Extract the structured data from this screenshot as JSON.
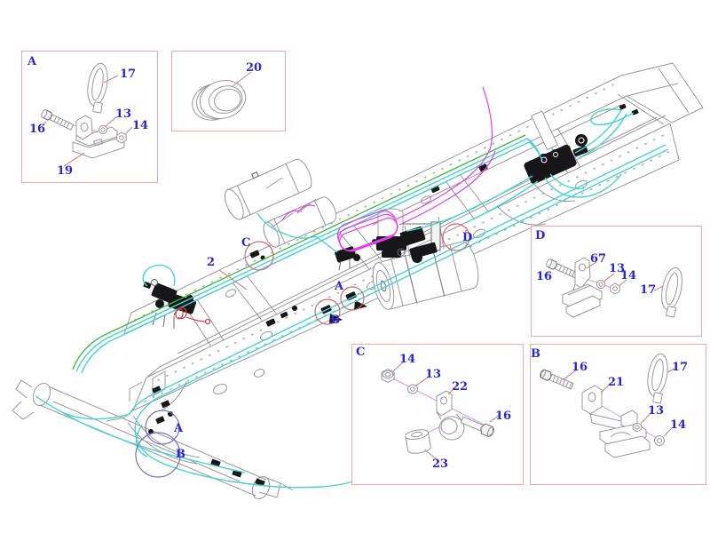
{
  "colors": {
    "box-border": "#efa8a8",
    "label-blue": "#2828cc",
    "leader-red": "#dd7f7f",
    "explode-pink": "#e890e8",
    "line-cyan": "#45d2d6",
    "line-green": "#3aba3a",
    "line-magenta": "#e83ce8",
    "line-red": "#d23c3c",
    "frame-gray": "#98989c",
    "frame-dark": "#6b6b70",
    "part-black": "#17171a",
    "circle-red": "#d46a6a",
    "circle-blue": "#7272cc"
  },
  "insets": [
    {
      "id": "A",
      "title": "A",
      "parts": [
        "17",
        "13",
        "14",
        "16",
        "19"
      ]
    },
    {
      "id": "grommet",
      "title": "",
      "parts": [
        "20"
      ]
    },
    {
      "id": "D",
      "title": "D",
      "parts": [
        "16",
        "67",
        "13",
        "14",
        "17"
      ]
    },
    {
      "id": "C",
      "title": "C",
      "parts": [
        "14",
        "13",
        "22",
        "16",
        "23"
      ]
    },
    {
      "id": "B",
      "title": "B",
      "parts": [
        "16",
        "21",
        "17",
        "13",
        "14"
      ]
    }
  ],
  "callouts": {
    "hose_run": "2",
    "ref_c": "C",
    "ref_d": "D",
    "ref_a_mid": "A",
    "ref_b_mid": "B",
    "ref_a_front": "A",
    "ref_b_front": "B"
  }
}
